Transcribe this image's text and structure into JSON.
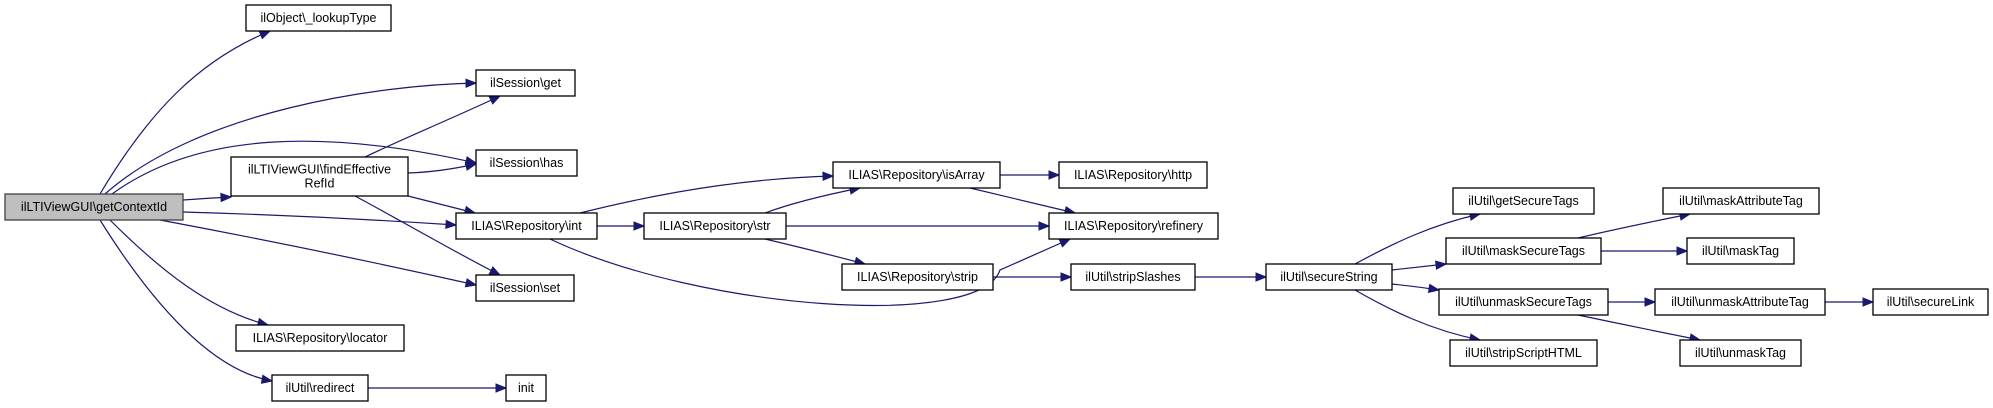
{
  "diagram": {
    "type": "call-graph",
    "root": "getContextId",
    "colors": {
      "edge": "#191970",
      "root_fill": "#bfbfbf",
      "node_fill": "#ffffff",
      "node_border": "#000000"
    },
    "nodes": [
      {
        "id": "getContextId",
        "lines": [
          "ilLTIViewGUI\\getContextId"
        ],
        "root": true
      },
      {
        "id": "lookupType",
        "lines": [
          "ilObject\\_lookupType"
        ]
      },
      {
        "id": "findEffectiveRefId",
        "lines": [
          "ilLTIViewGUI\\findEffective",
          "RefId"
        ]
      },
      {
        "id": "sessionGet",
        "lines": [
          "ilSession\\get"
        ]
      },
      {
        "id": "sessionHas",
        "lines": [
          "ilSession\\has"
        ]
      },
      {
        "id": "repoInt",
        "lines": [
          "ILIAS\\Repository\\int"
        ]
      },
      {
        "id": "sessionSet",
        "lines": [
          "ilSession\\set"
        ]
      },
      {
        "id": "repoLocator",
        "lines": [
          "ILIAS\\Repository\\locator"
        ]
      },
      {
        "id": "utilRedirect",
        "lines": [
          "ilUtil\\redirect"
        ]
      },
      {
        "id": "init",
        "lines": [
          "init"
        ]
      },
      {
        "id": "repoStr",
        "lines": [
          "ILIAS\\Repository\\str"
        ]
      },
      {
        "id": "repoIsArray",
        "lines": [
          "ILIAS\\Repository\\isArray"
        ]
      },
      {
        "id": "repoStrip",
        "lines": [
          "ILIAS\\Repository\\strip"
        ]
      },
      {
        "id": "repoHttp",
        "lines": [
          "ILIAS\\Repository\\http"
        ]
      },
      {
        "id": "repoRefinery",
        "lines": [
          "ILIAS\\Repository\\refinery"
        ]
      },
      {
        "id": "stripSlashes",
        "lines": [
          "ilUtil\\stripSlashes"
        ]
      },
      {
        "id": "secureString",
        "lines": [
          "ilUtil\\secureString"
        ]
      },
      {
        "id": "getSecureTags",
        "lines": [
          "ilUtil\\getSecureTags"
        ]
      },
      {
        "id": "maskSecureTags",
        "lines": [
          "ilUtil\\maskSecureTags"
        ]
      },
      {
        "id": "unmaskSecureTags",
        "lines": [
          "ilUtil\\unmaskSecureTags"
        ]
      },
      {
        "id": "stripScriptHTML",
        "lines": [
          "ilUtil\\stripScriptHTML"
        ]
      },
      {
        "id": "maskAttributeTag",
        "lines": [
          "ilUtil\\maskAttributeTag"
        ]
      },
      {
        "id": "maskTag",
        "lines": [
          "ilUtil\\maskTag"
        ]
      },
      {
        "id": "unmaskAttributeTag",
        "lines": [
          "ilUtil\\unmaskAttributeTag"
        ]
      },
      {
        "id": "secureLink",
        "lines": [
          "ilUtil\\secureLink"
        ]
      },
      {
        "id": "unmaskTag",
        "lines": [
          "ilUtil\\unmaskTag"
        ]
      }
    ],
    "edges": [
      {
        "from": "getContextId",
        "to": "lookupType"
      },
      {
        "from": "getContextId",
        "to": "sessionGet"
      },
      {
        "from": "getContextId",
        "to": "sessionHas"
      },
      {
        "from": "getContextId",
        "to": "findEffectiveRefId"
      },
      {
        "from": "getContextId",
        "to": "repoInt"
      },
      {
        "from": "getContextId",
        "to": "sessionSet"
      },
      {
        "from": "getContextId",
        "to": "repoLocator"
      },
      {
        "from": "getContextId",
        "to": "utilRedirect"
      },
      {
        "from": "findEffectiveRefId",
        "to": "sessionGet"
      },
      {
        "from": "findEffectiveRefId",
        "to": "sessionHas"
      },
      {
        "from": "findEffectiveRefId",
        "to": "repoInt"
      },
      {
        "from": "findEffectiveRefId",
        "to": "sessionSet"
      },
      {
        "from": "utilRedirect",
        "to": "init"
      },
      {
        "from": "repoInt",
        "to": "repoIsArray"
      },
      {
        "from": "repoInt",
        "to": "repoStr"
      },
      {
        "from": "repoInt",
        "to": "repoRefinery"
      },
      {
        "from": "repoStr",
        "to": "repoIsArray"
      },
      {
        "from": "repoStr",
        "to": "repoRefinery"
      },
      {
        "from": "repoStr",
        "to": "repoStrip"
      },
      {
        "from": "repoIsArray",
        "to": "repoHttp"
      },
      {
        "from": "repoIsArray",
        "to": "repoRefinery"
      },
      {
        "from": "repoStrip",
        "to": "stripSlashes"
      },
      {
        "from": "stripSlashes",
        "to": "secureString"
      },
      {
        "from": "secureString",
        "to": "getSecureTags"
      },
      {
        "from": "secureString",
        "to": "maskSecureTags"
      },
      {
        "from": "secureString",
        "to": "unmaskSecureTags"
      },
      {
        "from": "secureString",
        "to": "stripScriptHTML"
      },
      {
        "from": "maskSecureTags",
        "to": "maskAttributeTag"
      },
      {
        "from": "maskSecureTags",
        "to": "maskTag"
      },
      {
        "from": "unmaskSecureTags",
        "to": "unmaskAttributeTag"
      },
      {
        "from": "unmaskSecureTags",
        "to": "unmaskTag"
      },
      {
        "from": "unmaskAttributeTag",
        "to": "secureLink"
      }
    ]
  }
}
